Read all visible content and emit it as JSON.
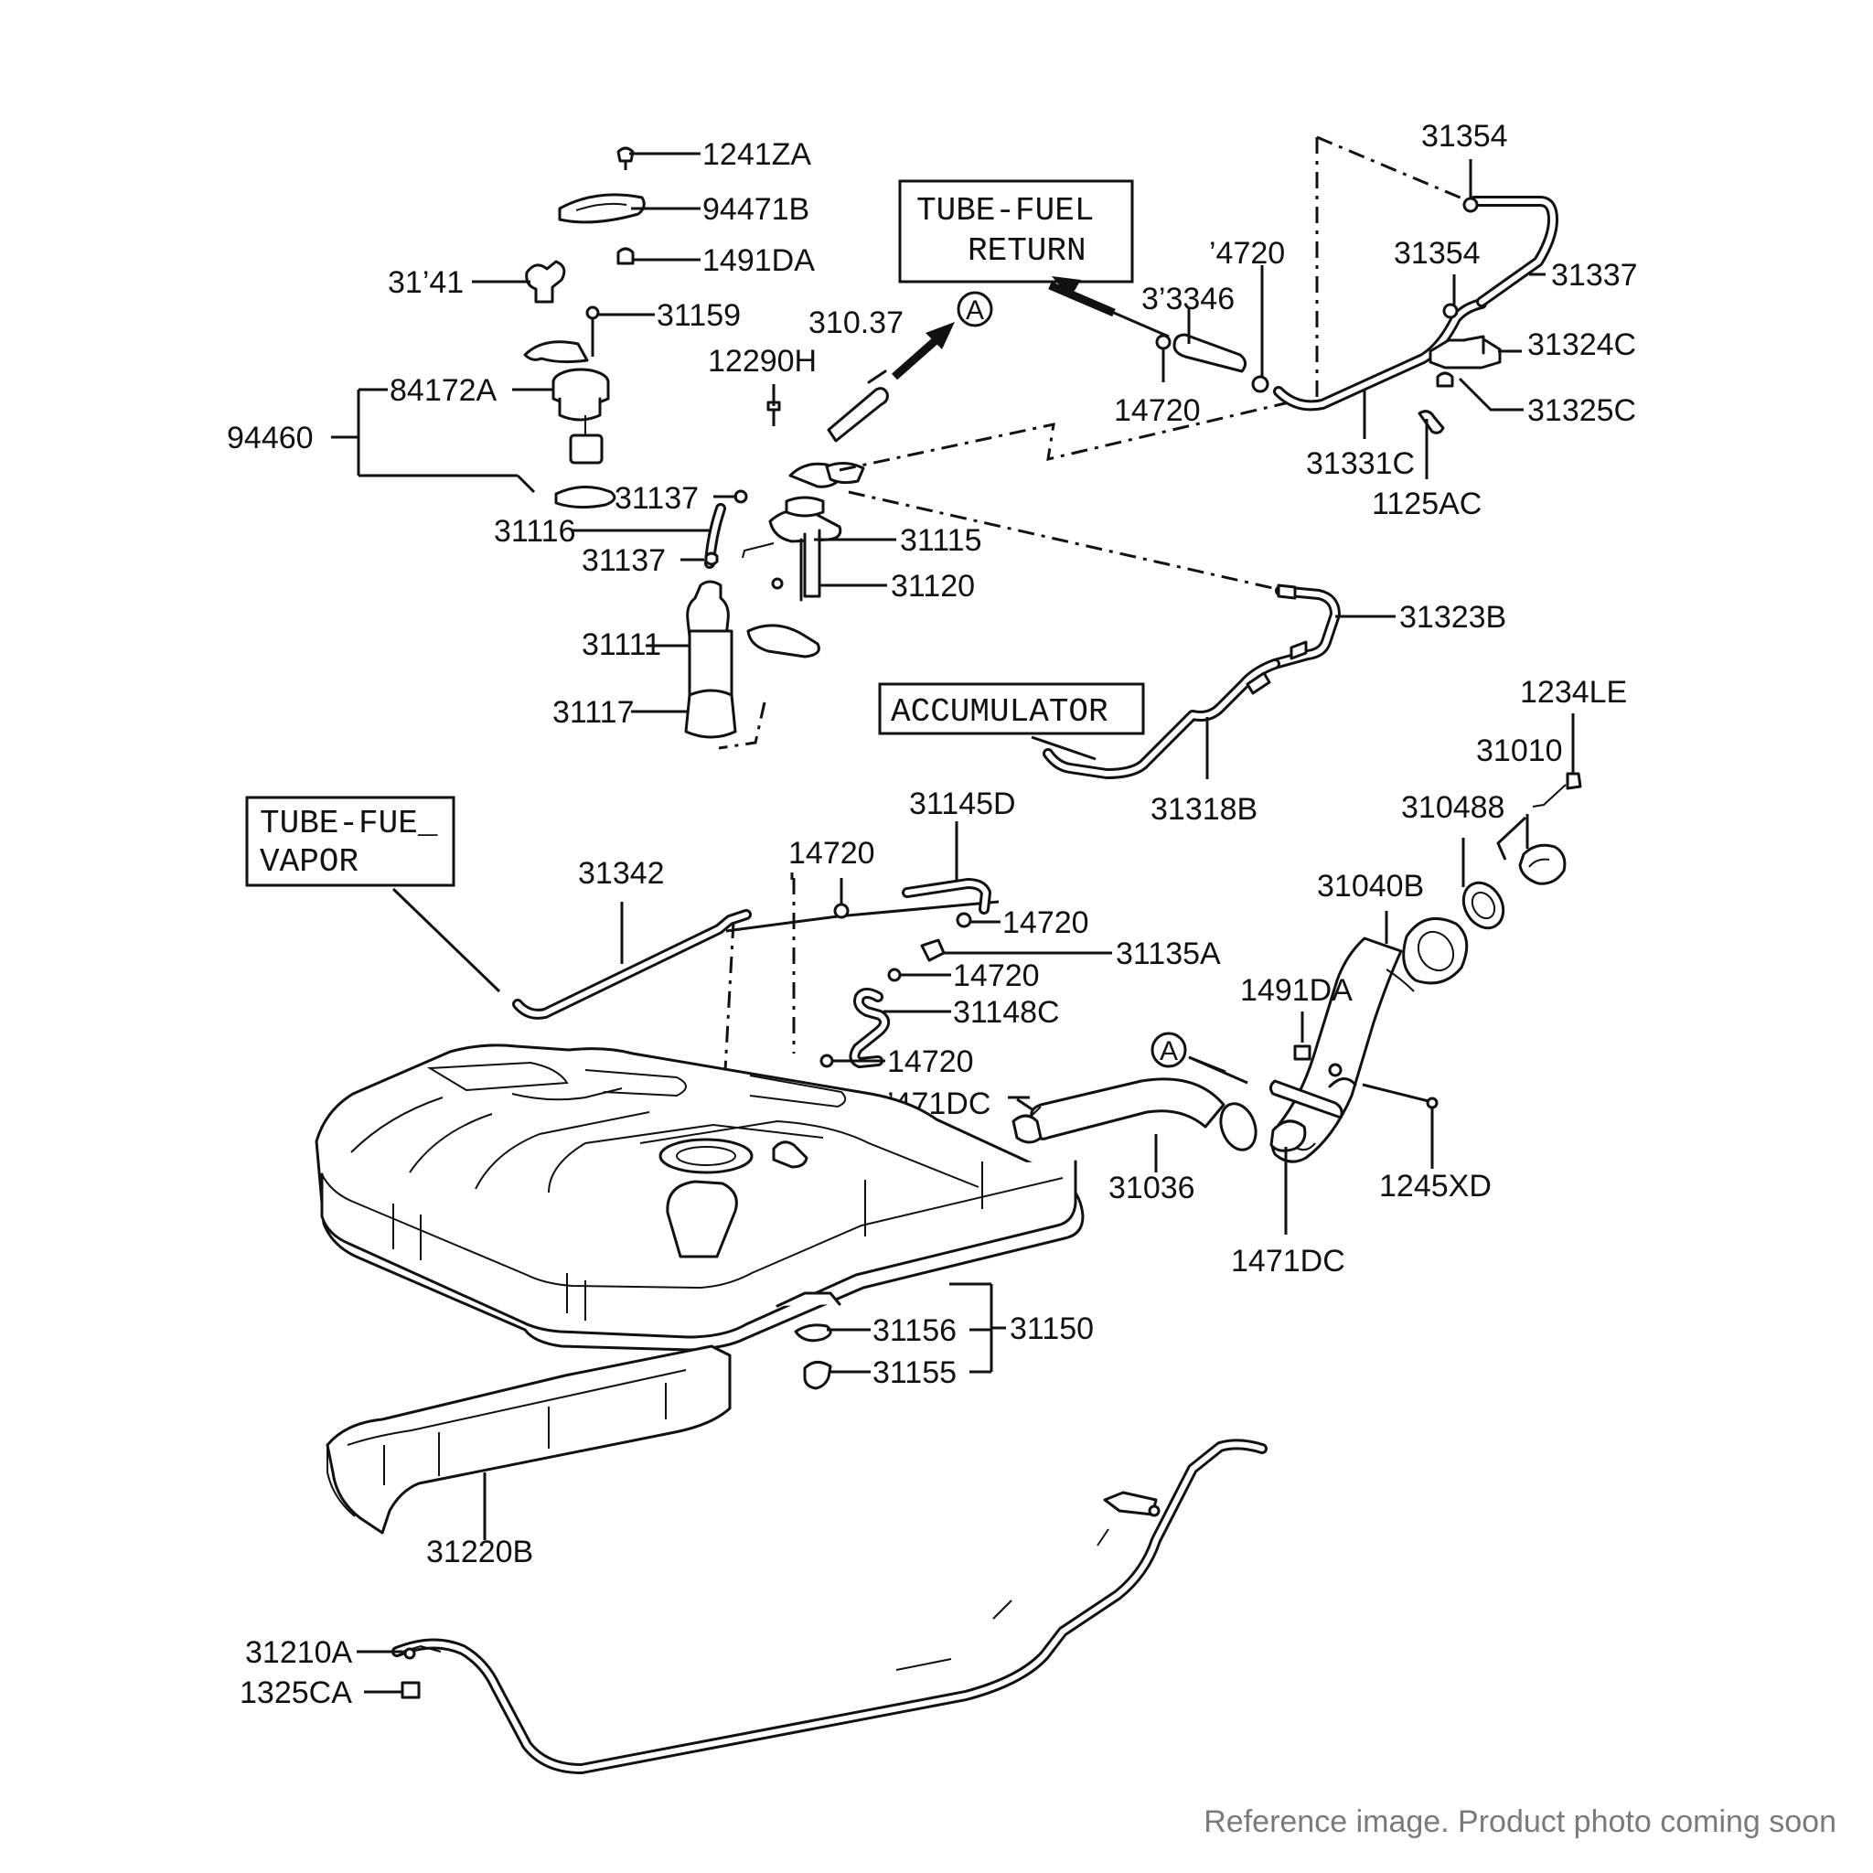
{
  "labels": {
    "p1241ZA": "1241ZA",
    "p94471B": "94471B",
    "p1491DA_top": "1491DA",
    "p31141": "31’41",
    "p31159": "31159",
    "p84172A": "84172A",
    "p94460": "94460",
    "p31137_a": "31137",
    "p31116": "31116",
    "p31137_b": "31137",
    "p31111": "31111",
    "p31117": "31117",
    "p31037": "310.37",
    "p12290H": "12290H",
    "p31115": "31115",
    "p31120": "31120",
    "p33346": "3’3346",
    "p14720_a": "14720",
    "p14720_q": "’4720",
    "p31354_a": "31354",
    "p31354_b": "31354",
    "p31337": "31337",
    "p31324C": "31324C",
    "p31325C": "31325C",
    "p31331C": "31331C",
    "p1125AC": "1125AC",
    "p31323B": "31323B",
    "p31318B": "31318B",
    "p1234LE": "1234LE",
    "p31010": "31010",
    "p310488": "310488",
    "p31040B": "31040B",
    "p31342": "31342",
    "p14720_b": "14720",
    "p31145D": "31145D",
    "p14720_c": "14720",
    "p31135A": "31135A",
    "p14720_d": "14720",
    "p31148C": "31148C",
    "p14720_e": "14720",
    "p471DC_q": "’471DC",
    "p1491DA_mid": "1491DA",
    "p31036": "31036",
    "p1471DC": "1471DC",
    "p1245XD": "1245XD",
    "p31156": "31156",
    "p31155": "31155",
    "p31150": "31150",
    "p31220B": "31220B",
    "p31210A": "31210A",
    "p1325CA": "1325CA"
  },
  "boxes": {
    "tube_fuel_return_line1": "TUBE-FUEL",
    "tube_fuel_return_line2": "RETURN",
    "accumulator": "ACCUMULATOR",
    "tube_fuel_vapor_line1": "TUBE-FUE_",
    "tube_fuel_vapor_line2": "VAPOR"
  },
  "circle_markers": {
    "a_top": "A",
    "a_mid": "A"
  },
  "caption": "Reference image. Product photo coming soon"
}
